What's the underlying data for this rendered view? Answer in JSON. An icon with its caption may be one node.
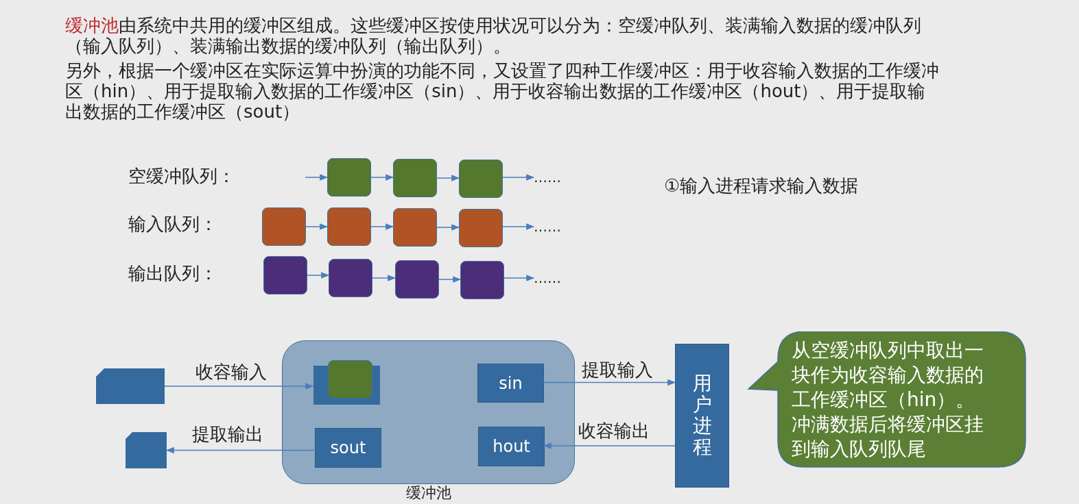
{
  "diagram": {
    "nodes": [
      {
        "text": [],
        "shape": "box"
      },
      {
        "text": [],
        "shape": "box"
      },
      {
        "text": [],
        "shape": "box"
      },
      {
        "text": [
          "……"
        ]
      },
      {
        "text": [],
        "shape": "box"
      },
      {
        "text": [],
        "shape": "box"
      },
      {
        "text": [],
        "shape": "box"
      },
      {
        "text": [],
        "shape": "box"
      },
      {
        "text": [
          "……"
        ]
      },
      {
        "text": [],
        "shape": "box"
      },
      {
        "text": [],
        "shape": "box"
      },
      {
        "text": [],
        "shape": "box"
      },
      {
        "text": [],
        "shape": "box"
      },
      {
        "text": [
          "……"
        ]
      },
      {
        "text": [],
        "shape": "box"
      },
      {
        "text": [],
        "shape": "box"
      },
      {
        "text": [
          "缓冲池"
        ]
      },
      {
        "text": [],
        "shape": "box",
        "in": 16
      },
      {
        "text": [],
        "shape": "box",
        "in": 17
      },
      {
        "text": [
          "sin"
        ],
        "in": 16
      },
      {
        "text": [
          "sout"
        ],
        "in": 16
      },
      {
        "text": [
          "hout"
        ],
        "in": 16
      },
      {
        "text": [
          "用户进程"
        ]
      },
      {
        "text": [
          "从空缓冲队列中取出一块作为收容输入数据的工作缓冲区（hin）。冲满数据后将缓冲区挂到输入队列队尾"
        ]
      }
    ],
    "edges": [
      {
        "from": null,
        "to": 0,
        "arrow": "to"
      },
      {
        "from": 0,
        "to": 1,
        "arrow": "to"
      },
      {
        "from": 1,
        "to": 2,
        "arrow": "to"
      },
      {
        "from": 2,
        "to": 3,
        "arrow": "to"
      },
      {
        "from": 4,
        "to": 5,
        "arrow": "to"
      },
      {
        "from": 5,
        "to": 6,
        "arrow": "to"
      },
      {
        "from": 6,
        "to": 7,
        "arrow": "to"
      },
      {
        "from": 7,
        "to": 8,
        "arrow": "to"
      },
      {
        "from": 9,
        "to": 10,
        "arrow": "to"
      },
      {
        "from": 10,
        "to": 11,
        "arrow": "to"
      },
      {
        "from": 11,
        "to": 12,
        "arrow": "to"
      },
      {
        "from": 12,
        "to": 13,
        "arrow": "to"
      },
      {
        "from": 14,
        "to": 17,
        "arrow": "to",
        "label": "收容输入"
      },
      {
        "from": 19,
        "to": 22,
        "arrow": "to",
        "label": "提取输入"
      },
      {
        "from": 22,
        "to": 21,
        "arrow": "to",
        "label": "收容输出"
      },
      {
        "from": 20,
        "to": 15,
        "arrow": "to",
        "label": "提取输出"
      }
    ],
    "labels": [
      "缓冲池",
      "由系统中共用的缓冲区组成。这些缓冲区按使用状况可以分为：空缓冲队列、装满输入数据的缓冲队列（输入队列）、装满输出数据的缓冲队列（输出队列）。",
      "另外，根据一个缓冲区在实际运算中扮演的功能不同，又设置了四种工作缓冲区：用于收容输入数据的工作缓冲区（hin）、用于提取输入数据的工作缓冲区（sin）、用于收容输出数据的工作缓冲区（hout）、用于提取输出数据的工作缓冲区（sout）",
      "空缓冲队列：",
      "输入队列：",
      "输出队列：",
      "①输入进程请求输入数据"
    ]
  }
}
